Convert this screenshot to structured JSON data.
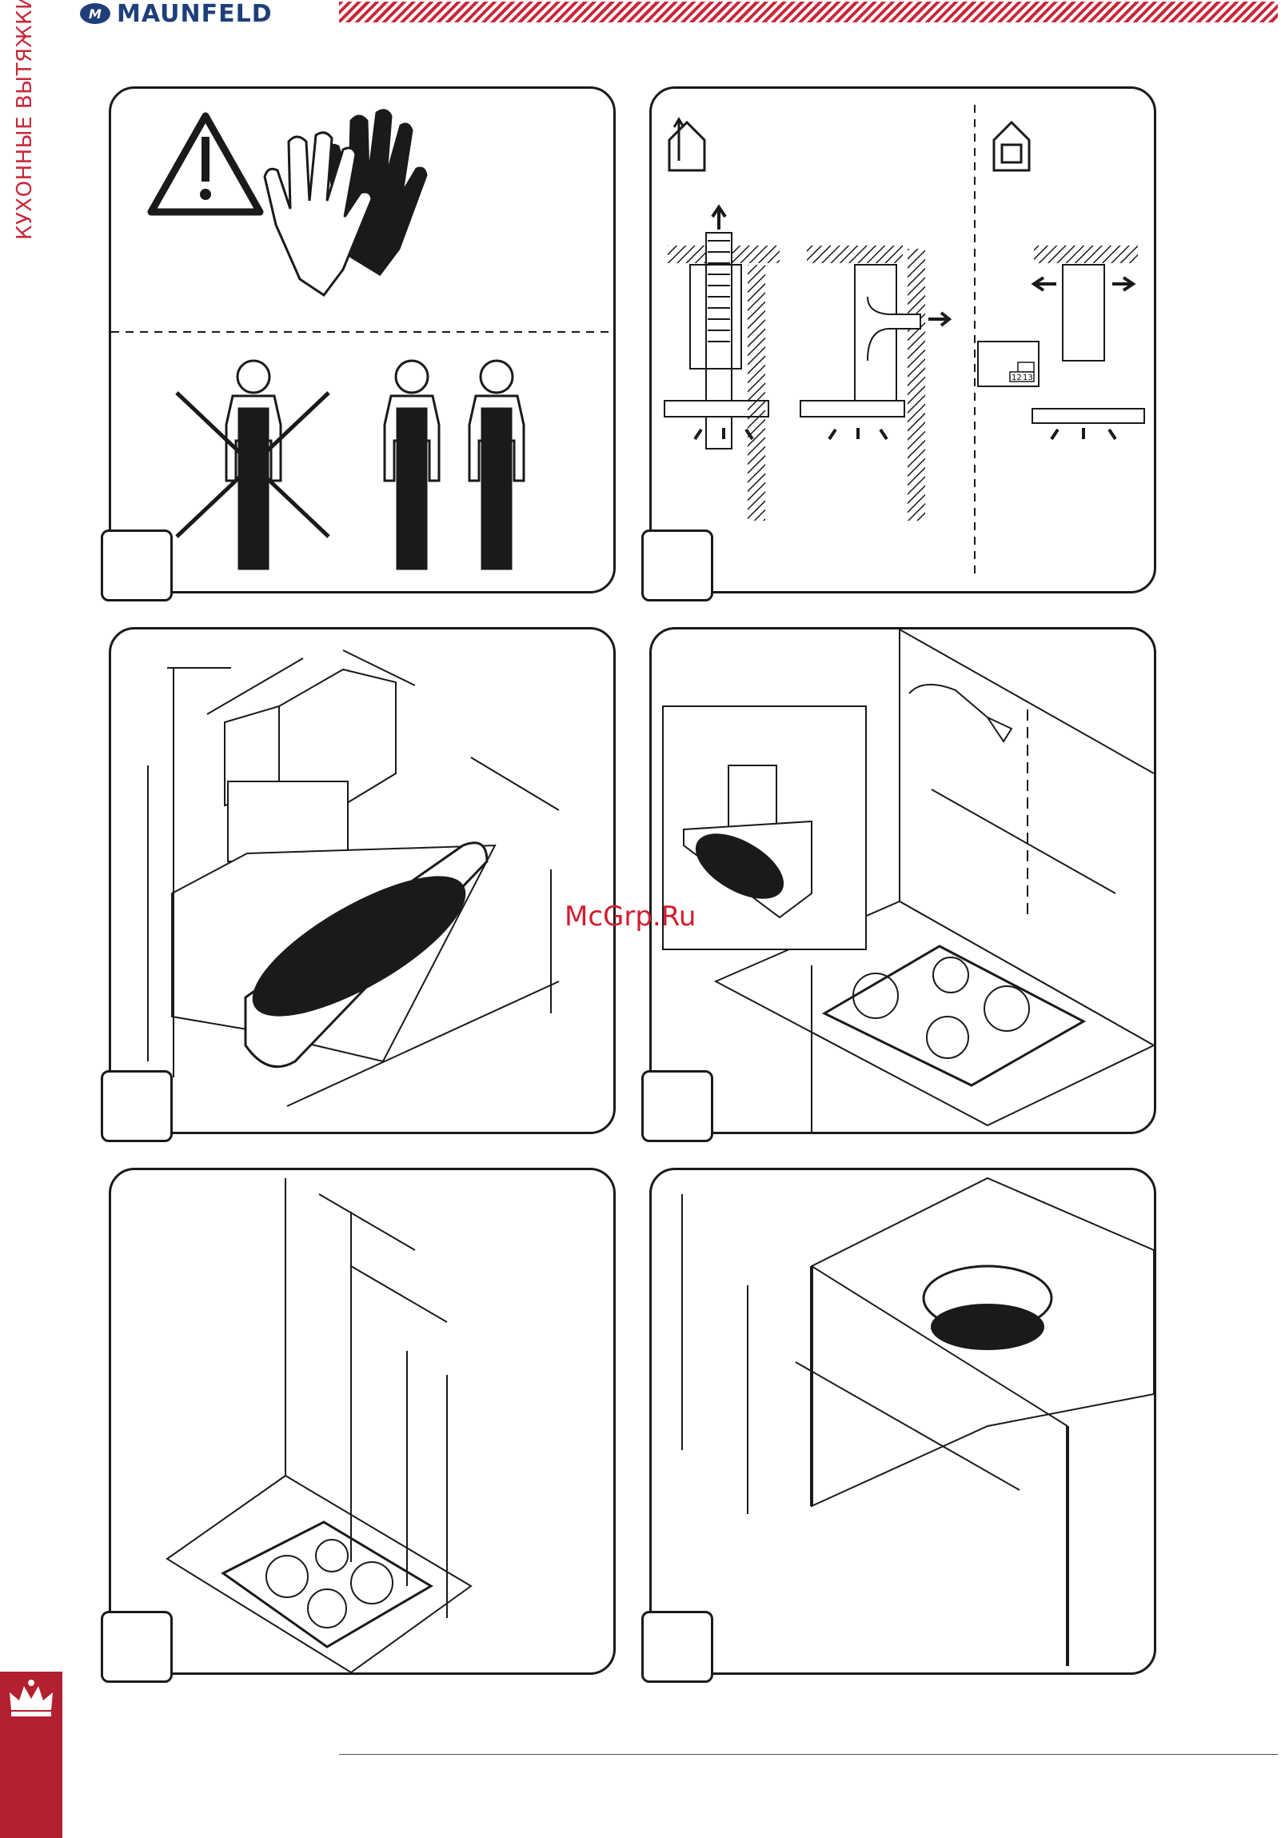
{
  "header": {
    "brand": "MAUNFELD",
    "brand_mark": "M"
  },
  "side_title": "КУХОННЫЕ ВЫТЯЖКИ",
  "watermark": "McGrp.Ru",
  "figure2": {
    "label_a": "12",
    "label_b": "13"
  },
  "colors": {
    "accent": "#c8283a",
    "brand_blue": "#1f3f7a",
    "line": "#1a1a1a"
  },
  "icons": [
    "warning-icon",
    "gloves-icon",
    "person-icon",
    "house-exhaust-icon",
    "house-recirculation-icon",
    "crown-icon",
    "pencil-hand-icon"
  ]
}
